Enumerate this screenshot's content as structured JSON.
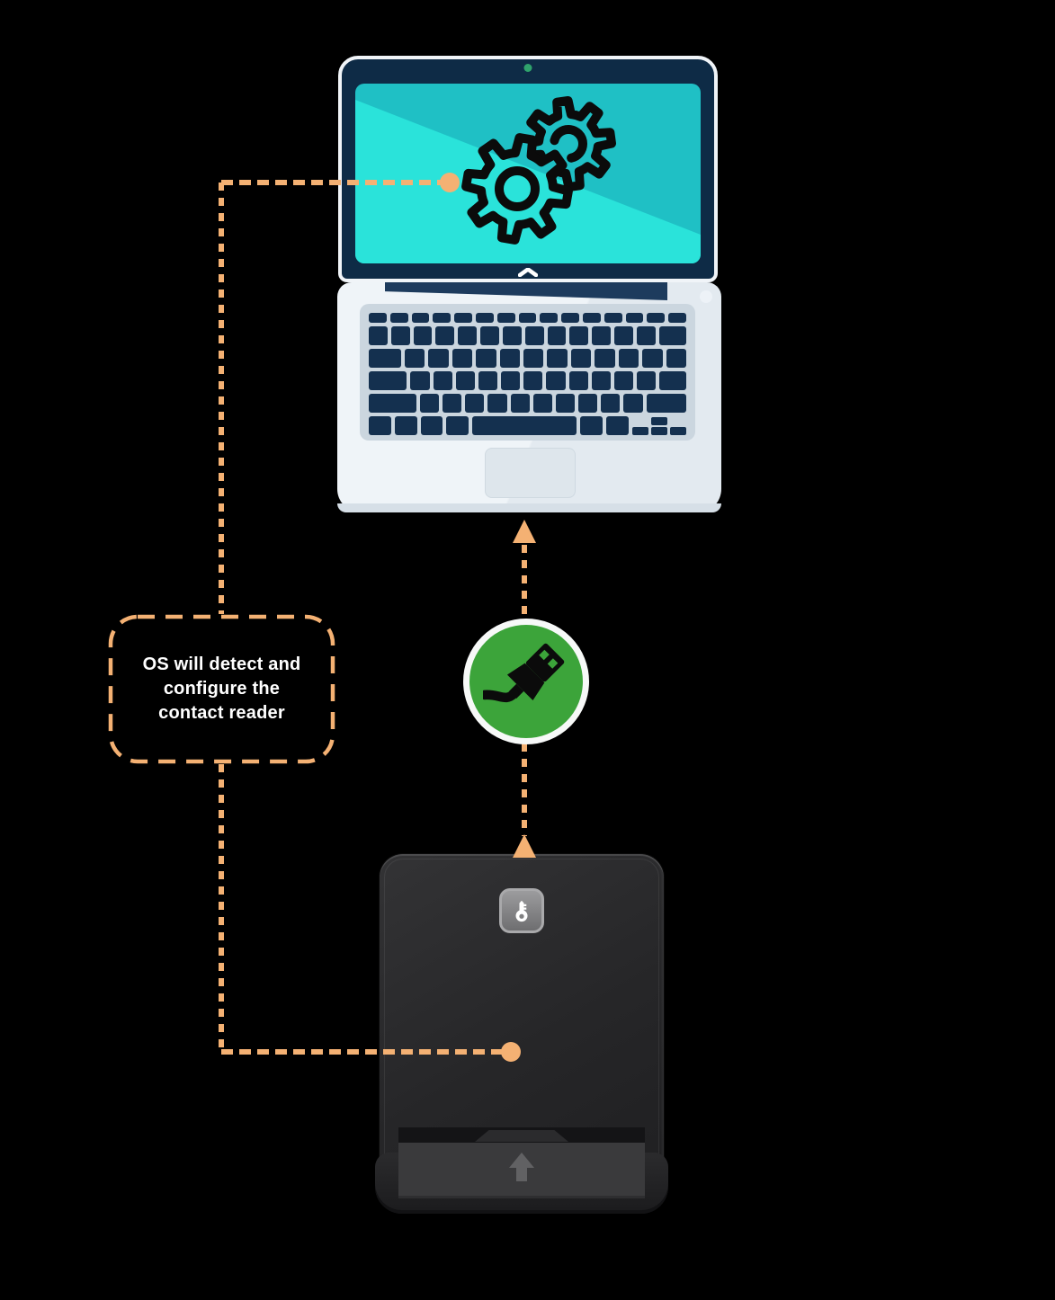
{
  "diagram": {
    "callout": {
      "text": "OS will detect and configure the contact reader",
      "lines": [
        "OS will detect and",
        "configure the",
        "contact reader"
      ]
    },
    "laptop": {
      "screen_icon": "gears-icon",
      "bezel_icon": "chevron-up-icon",
      "webcam": "webcam-dot"
    },
    "connector": {
      "badge_icon": "usb-plug-icon",
      "arrow_direction": "up"
    },
    "reader": {
      "badge_icon": "key-icon",
      "slot_icon": "arrow-up-icon"
    },
    "colors": {
      "accent_orange": "#F4B173",
      "connector_green": "#3CA43A",
      "screen_teal_dark": "#1FC0C5",
      "screen_teal_light": "#2AE3DA",
      "laptop_bezel_navy": "#0E2B46",
      "key_navy": "#14304F",
      "laptop_base_gray": "#EFF4F8",
      "reader_dark": "#28282A",
      "callout_text": "#FFFFFF"
    }
  }
}
